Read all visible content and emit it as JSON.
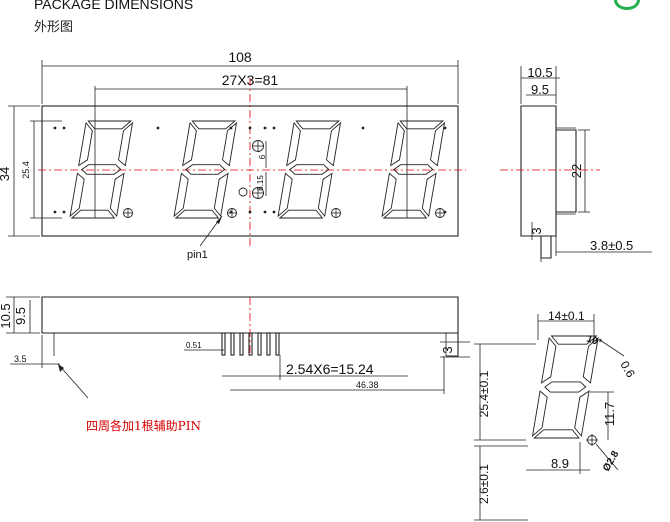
{
  "header": {
    "title": "PACKAGE DIMENSIONS",
    "subtitle": "外形图"
  },
  "front_view": {
    "overall_width": "108",
    "digit_pitch": "27X3=81",
    "height": "34",
    "inner_height": "25.4",
    "seg_offset": "6",
    "seg_height": "6.15",
    "pin_label": "pin1"
  },
  "side_view": {
    "depth_outer": "10.5",
    "depth_inner": "9.5",
    "height": "22",
    "step": "3",
    "pin_length": "3.8±0.5"
  },
  "bottom_view": {
    "depth_outer": "10.5",
    "depth_inner": "9.5",
    "pin_width": "0.51",
    "pin_pitch": "2.54X6=15.24",
    "pin_span": "46.38",
    "edge_offset": "3.5",
    "pin_stub": "3",
    "note": "四周各加1根辅助PIN"
  },
  "digit_detail": {
    "width": "14±0.1",
    "angle": "10°",
    "seg_width": "0.6",
    "height": "25.4±0.1",
    "half_height": "11.7",
    "base_width": "8.9",
    "dp_diameter": "Ø2.8",
    "bottom_offset": "2.6±0.1"
  }
}
